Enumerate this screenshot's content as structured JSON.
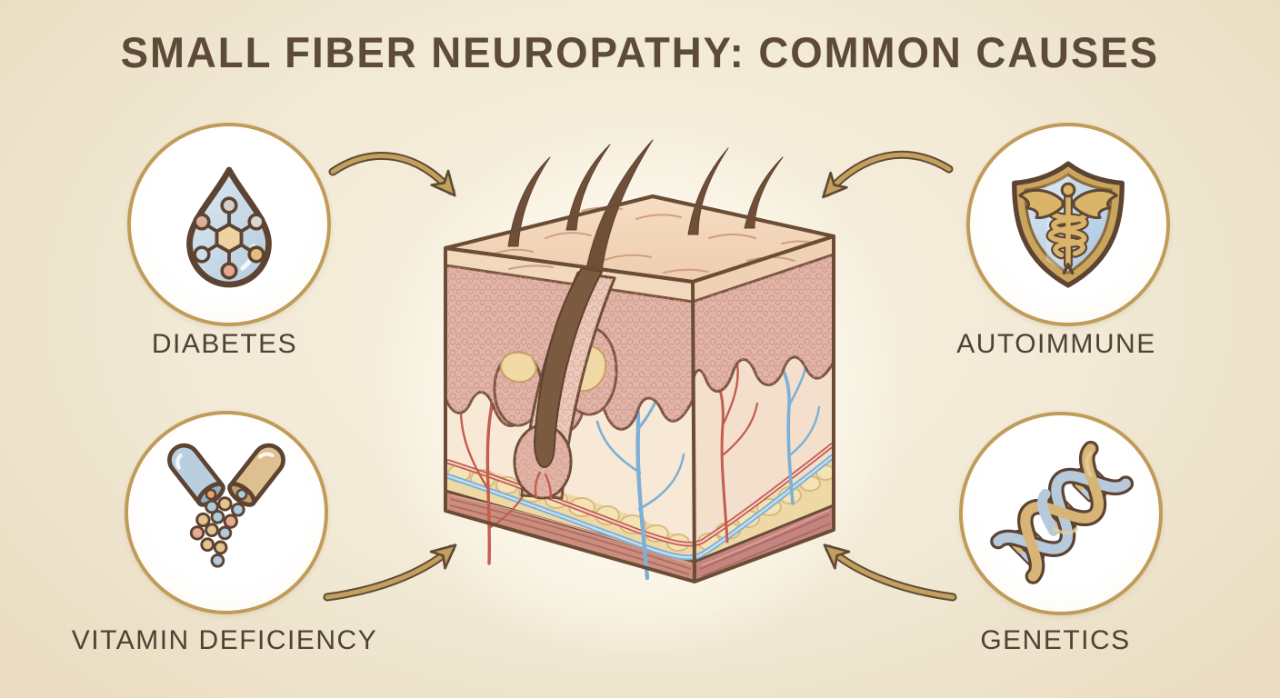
{
  "title": "SMALL FIBER NEUROPATHY: COMMON CAUSES",
  "causes": [
    {
      "id": "diabetes",
      "label": "DIABETES",
      "icon": "glucose-droplet-icon"
    },
    {
      "id": "autoimmune",
      "label": "AUTOIMMUNE",
      "icon": "shield-caduceus-icon"
    },
    {
      "id": "vitamin-deficiency",
      "label": "VITAMIN DEFICIENCY",
      "icon": "open-capsules-icon"
    },
    {
      "id": "genetics",
      "label": "GENETICS",
      "icon": "dna-helix-icon"
    }
  ],
  "center_illustration": "skin-cross-section",
  "colors": {
    "background": "#f2ead6",
    "ring_gold": "#c09c5a",
    "arrow_gold": "#c3a05e",
    "outline_brown": "#6b4c36",
    "title_text": "#5d4a38",
    "label_text": "#4f4234",
    "nerve_red": "#c35d50",
    "vessel_blue": "#7eb0d5",
    "fat_yellow": "#f1dfad",
    "muscle_pink": "#ca8d7e"
  }
}
